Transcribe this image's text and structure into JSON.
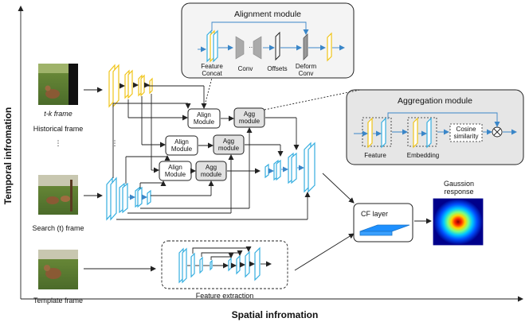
{
  "axes": {
    "x_label": "Spatial infromation",
    "y_label": "Temporal infromation"
  },
  "frames": {
    "tk_frame": "t-k frame",
    "historical": "Historical frame",
    "search": "Search (t) frame",
    "template": "Template frame",
    "dots_v": "⋮"
  },
  "alignment_module": {
    "title": "Alignment module",
    "feature_concat": "Feature Concat",
    "conv": "Conv",
    "offsets": "Offsets",
    "deform_conv": "Deform Conv"
  },
  "aggregation_module": {
    "title": "Aggregation module",
    "feature": "Feature",
    "embedding": "Embedding",
    "cosine_similarity": "Cosine similarity"
  },
  "modules": {
    "align": "Align Module",
    "agg": "Agg module"
  },
  "feature_extraction": "Feature extraction",
  "cf_layer": "CF layer",
  "gaussian_response": "Gaussion response",
  "colors": {
    "yellow": "#f0c419",
    "blue": "#35aee0",
    "panel_gray": "#e6e6e6",
    "cf_blue": "#1e90ff"
  }
}
